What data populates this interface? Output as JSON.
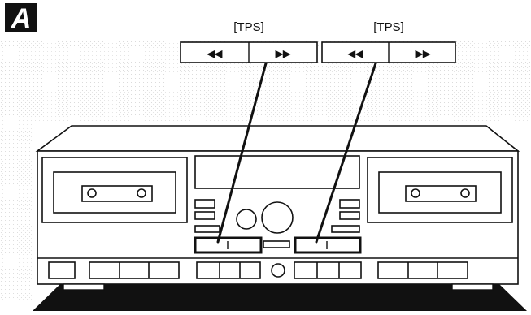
{
  "figure": {
    "panel_letter": "A",
    "callouts": [
      {
        "label": "[TPS]",
        "buttons": [
          {
            "icon": "rewind-icon",
            "glyph": "◀◀"
          },
          {
            "icon": "fast-forward-icon",
            "glyph": "▶▶"
          }
        ]
      },
      {
        "label": "[TPS]",
        "buttons": [
          {
            "icon": "rewind-icon",
            "glyph": "◀◀"
          },
          {
            "icon": "fast-forward-icon",
            "glyph": "▶▶"
          }
        ]
      }
    ]
  },
  "colors": {
    "ink": "#111111",
    "panel_letter_bg": "#111111",
    "panel_letter_fg": "#ffffff",
    "stipple": "#bdbdbd",
    "base_shadow": "#111111"
  }
}
